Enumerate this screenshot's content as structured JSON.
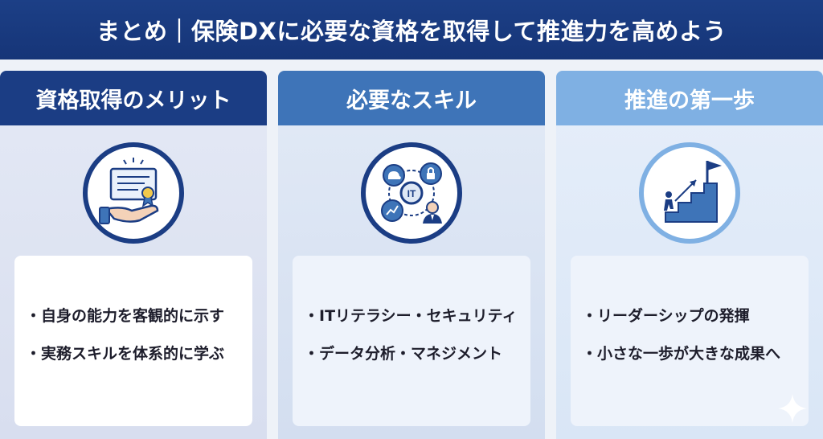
{
  "title": "まとめ｜保険DXに必要な資格を取得して推進力を高めよう",
  "columns": [
    {
      "heading": "資格取得のメリット",
      "icon": "certificate-hand-icon",
      "bullets": [
        "自身の能力を客観的に示す",
        "実務スキルを体系的に学ぶ"
      ]
    },
    {
      "heading": "必要なスキル",
      "icon": "it-skills-icon",
      "icon_text": "IT",
      "bullets": [
        "ITリテラシー・セキュリティ",
        "データ分析・マネジメント"
      ]
    },
    {
      "heading": "推進の第一歩",
      "icon": "stairs-flag-icon",
      "bullets": [
        "リーダーシップの発揮",
        "小さな一歩が大きな成果へ"
      ]
    }
  ],
  "colors": {
    "title_bg": "#1c3f86",
    "head1": "#1b3d84",
    "head2": "#3e74b8",
    "head3": "#7fb0e3"
  }
}
